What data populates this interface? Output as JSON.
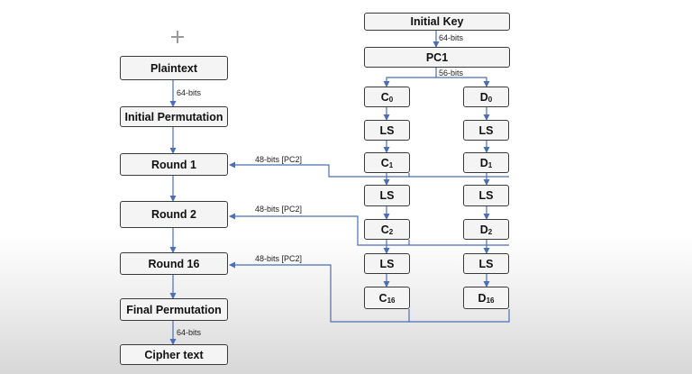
{
  "main_column": {
    "plaintext": "Plaintext",
    "initial_permutation": "Initial Permutation",
    "round1": "Round 1",
    "round2": "Round 2",
    "round16": "Round 16",
    "final_permutation": "Final Permutation",
    "cipher_text": "Cipher text",
    "bits_plain": "64-bits",
    "bits_cipher": "64-bits"
  },
  "key_schedule": {
    "initial_key": "Initial Key",
    "pc1": "PC1",
    "bits_key": "64-bits",
    "bits_pc1": "56-bits",
    "ls": "LS",
    "c_letter": "C",
    "d_letter": "D",
    "c0_sub": "0",
    "d0_sub": "0",
    "c1_sub": "1",
    "d1_sub": "1",
    "c2_sub": "2",
    "d2_sub": "2",
    "c16_sub": "16",
    "d16_sub": "16"
  },
  "subkey_labels": {
    "round1": "48-bits  [PC2]",
    "round2": "48-bits  [PC2]",
    "round16": "48-bits [PC2]"
  },
  "colors": {
    "arrow": "#4a6fb5",
    "box_border": "#3a3a3a",
    "box_fill": "#f4f4f4"
  },
  "icons": {
    "cursor": "crosshair-cursor-icon"
  }
}
